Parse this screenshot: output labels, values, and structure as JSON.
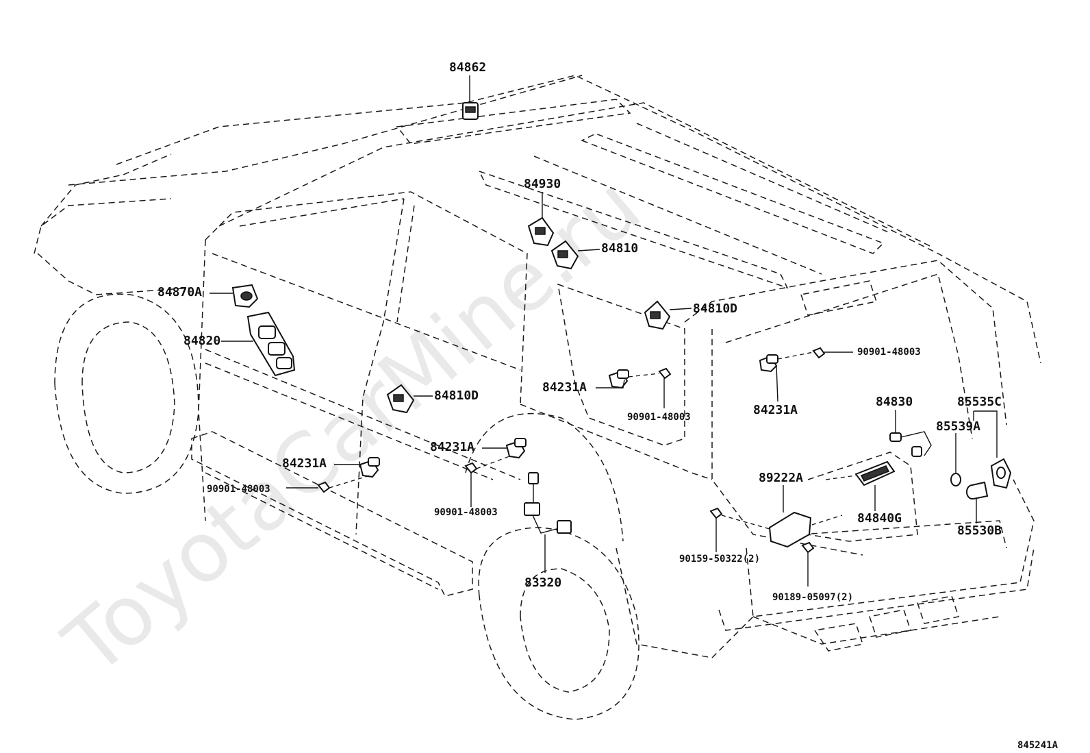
{
  "watermark": "ToyotaCarMine.ru",
  "figure_code": "845241A",
  "labels": {
    "p84862": "84862",
    "p84930": "84930",
    "p84810": "84810",
    "p84810D_roof": "84810D",
    "p84870A": "84870A",
    "p84820": "84820",
    "p84810D_door": "84810D",
    "p84231A_mid": "84231A",
    "p84231A_right": "84231A",
    "p84231A_lower": "84231A",
    "p84231A_left": "84231A",
    "p90901_top_right": "90901-48003",
    "p90901_mid": "90901-48003",
    "p90901_left": "90901-48003",
    "p90901_lower": "90901-48003",
    "p84830": "84830",
    "p85535C": "85535C",
    "p85539A": "85539A",
    "p89222A": "89222A",
    "p84840G": "84840G",
    "p85530B": "85530B",
    "p83320": "83320",
    "p90159": "90159-50322(2)",
    "p90189": "90189-05097(2)"
  }
}
